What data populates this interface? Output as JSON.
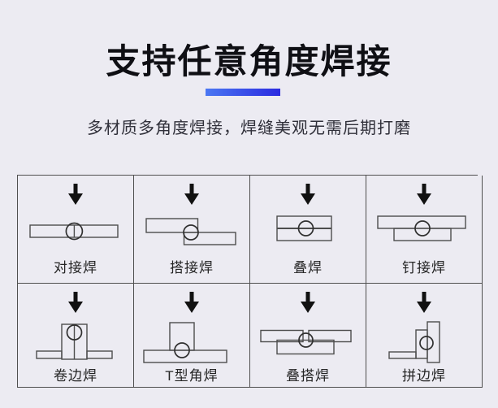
{
  "header": {
    "title": "支持任意角度焊接",
    "subtitle": "多材质多角度焊接，焊缝美观无需后期打磨",
    "underline_color_from": "#4A77F2",
    "underline_color_to": "#2B2BE0"
  },
  "colors": {
    "background": "#ECEBF2",
    "title_text": "#0F0F14",
    "grid_border": "#4F4F4F",
    "diagram_stroke": "#4D4D4D",
    "arrow": "#111111"
  },
  "grid": {
    "cells": [
      {
        "label": "对接焊",
        "icon": "butt-weld-diagram"
      },
      {
        "label": "搭接焊",
        "icon": "lap-weld-diagram"
      },
      {
        "label": "叠焊",
        "icon": "stack-weld-diagram"
      },
      {
        "label": "钉接焊",
        "icon": "nail-weld-diagram"
      },
      {
        "label": "卷边焊",
        "icon": "flanged-edge-weld-diagram"
      },
      {
        "label": "T型角焊",
        "icon": "t-fillet-weld-diagram"
      },
      {
        "label": "叠搭焊",
        "icon": "stack-lap-weld-diagram"
      },
      {
        "label": "拼边焊",
        "icon": "edge-joint-weld-diagram"
      }
    ]
  }
}
